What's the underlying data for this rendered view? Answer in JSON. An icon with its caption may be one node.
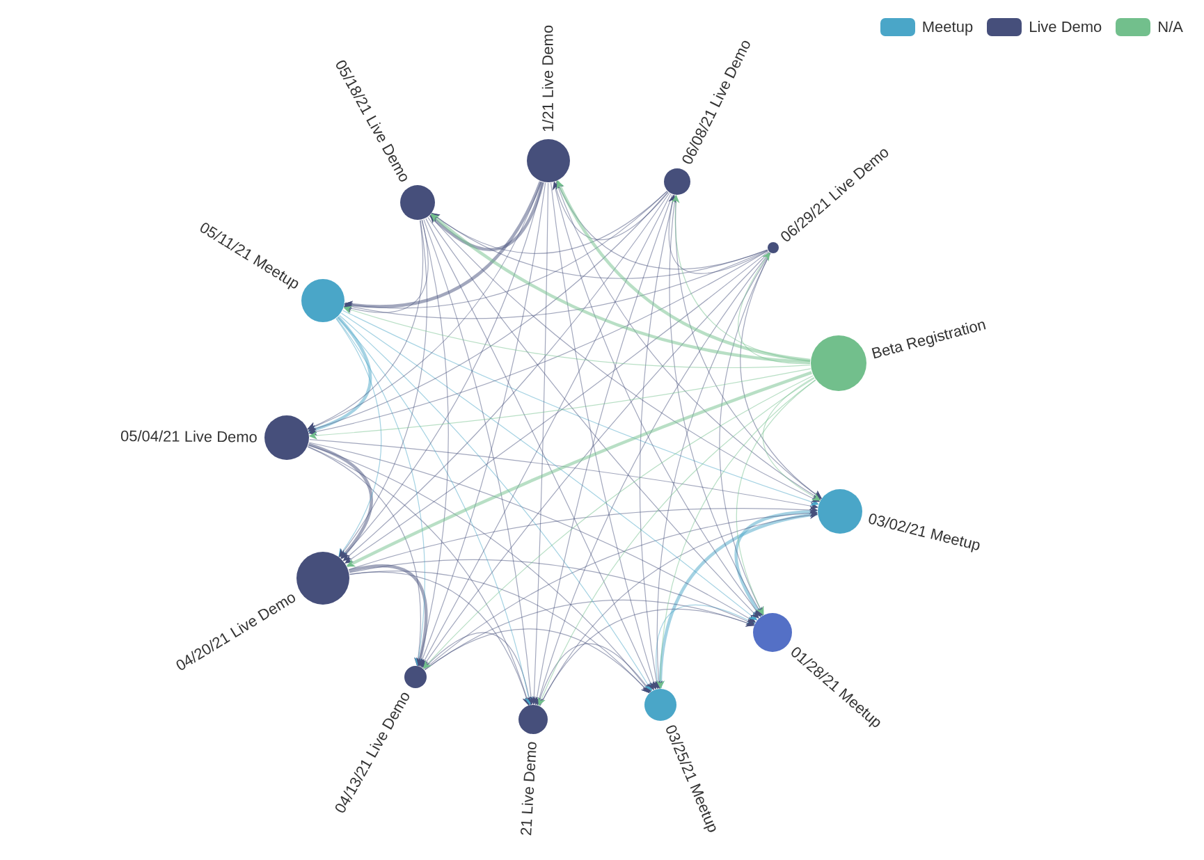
{
  "diagram": {
    "nodes": [
      {
        "text": [
          "1/21 Live Demo"
        ]
      },
      {
        "text": [
          "06/08/21 Live Demo"
        ]
      },
      {
        "text": [
          "06/29/21 Live Demo"
        ]
      },
      {
        "text": [
          "Beta Registration"
        ]
      },
      {
        "text": [
          "03/02/21 Meetup"
        ]
      },
      {
        "text": [
          "01/28/21 Meetup"
        ]
      },
      {
        "text": [
          "03/25/21 Meetup"
        ]
      },
      {
        "text": [
          "21 Live Demo"
        ]
      },
      {
        "text": [
          "04/13/21 Live Demo"
        ]
      },
      {
        "text": [
          "04/20/21 Live Demo"
        ]
      },
      {
        "text": [
          "05/04/21 Live Demo"
        ]
      },
      {
        "text": [
          "05/11/21 Meetup"
        ]
      },
      {
        "text": [
          "05/18/21 Live Demo"
        ]
      }
    ],
    "edges": [
      {
        "from": 4,
        "to": 5,
        "arrow": "to",
        "style": "thick",
        "color": "#4aa6c8"
      },
      {
        "from": 6,
        "to": 5,
        "arrow": "to",
        "color": "#4aa6c8"
      },
      {
        "from": 4,
        "to": 6,
        "arrow": "to",
        "style": "thick",
        "color": "#4aa6c8"
      },
      {
        "from": 7,
        "to": 5,
        "arrow": "to"
      },
      {
        "from": 7,
        "to": 4,
        "arrow": "to"
      },
      {
        "from": 7,
        "to": 6,
        "arrow": "to"
      },
      {
        "from": 8,
        "to": 5,
        "arrow": "to"
      },
      {
        "from": 8,
        "to": 4,
        "arrow": "to"
      },
      {
        "from": 8,
        "to": 6,
        "arrow": "to"
      },
      {
        "from": 8,
        "to": 7,
        "arrow": "to"
      },
      {
        "from": 9,
        "to": 5,
        "arrow": "to"
      },
      {
        "from": 9,
        "to": 4,
        "arrow": "to"
      },
      {
        "from": 9,
        "to": 6,
        "arrow": "to"
      },
      {
        "from": 9,
        "to": 7,
        "arrow": "to"
      },
      {
        "from": 9,
        "to": 8,
        "arrow": "to",
        "style": "thick"
      },
      {
        "from": 10,
        "to": 5,
        "arrow": "to"
      },
      {
        "from": 10,
        "to": 4,
        "arrow": "to"
      },
      {
        "from": 10,
        "to": 6,
        "arrow": "to"
      },
      {
        "from": 10,
        "to": 7,
        "arrow": "to"
      },
      {
        "from": 10,
        "to": 8,
        "arrow": "to"
      },
      {
        "from": 10,
        "to": 9,
        "arrow": "to",
        "style": "thick"
      },
      {
        "from": 11,
        "to": 5,
        "arrow": "to",
        "color": "#4aa6c8"
      },
      {
        "from": 11,
        "to": 4,
        "arrow": "to",
        "color": "#4aa6c8"
      },
      {
        "from": 11,
        "to": 6,
        "arrow": "to",
        "color": "#4aa6c8"
      },
      {
        "from": 11,
        "to": 7,
        "arrow": "to",
        "color": "#4aa6c8"
      },
      {
        "from": 11,
        "to": 8,
        "arrow": "to",
        "color": "#4aa6c8"
      },
      {
        "from": 11,
        "to": 9,
        "arrow": "to",
        "color": "#4aa6c8"
      },
      {
        "from": 11,
        "to": 10,
        "arrow": "to",
        "style": "thick",
        "color": "#4aa6c8"
      },
      {
        "from": 12,
        "to": 5,
        "arrow": "to"
      },
      {
        "from": 12,
        "to": 4,
        "arrow": "to"
      },
      {
        "from": 12,
        "to": 6,
        "arrow": "to"
      },
      {
        "from": 12,
        "to": 7,
        "arrow": "to"
      },
      {
        "from": 12,
        "to": 8,
        "arrow": "to"
      },
      {
        "from": 12,
        "to": 9,
        "arrow": "to"
      },
      {
        "from": 12,
        "to": 10,
        "arrow": "to"
      },
      {
        "from": 12,
        "to": 11,
        "arrow": "to"
      },
      {
        "from": 0,
        "to": 5,
        "arrow": "to"
      },
      {
        "from": 0,
        "to": 4,
        "arrow": "to"
      },
      {
        "from": 0,
        "to": 6,
        "arrow": "to"
      },
      {
        "from": 0,
        "to": 7,
        "arrow": "to"
      },
      {
        "from": 0,
        "to": 8,
        "arrow": "to"
      },
      {
        "from": 0,
        "to": 9,
        "arrow": "to"
      },
      {
        "from": 0,
        "to": 10,
        "arrow": "to"
      },
      {
        "from": 0,
        "to": 11,
        "arrow": "to",
        "style": "thick"
      },
      {
        "from": 0,
        "to": 12,
        "arrow": "to",
        "style": "thick"
      },
      {
        "from": 1,
        "to": 5,
        "arrow": "to"
      },
      {
        "from": 1,
        "to": 4,
        "arrow": "to"
      },
      {
        "from": 1,
        "to": 6,
        "arrow": "to"
      },
      {
        "from": 1,
        "to": 7,
        "arrow": "to"
      },
      {
        "from": 1,
        "to": 8,
        "arrow": "to"
      },
      {
        "from": 1,
        "to": 9,
        "arrow": "to"
      },
      {
        "from": 1,
        "to": 10,
        "arrow": "to"
      },
      {
        "from": 1,
        "to": 11,
        "arrow": "to"
      },
      {
        "from": 1,
        "to": 12,
        "arrow": "to"
      },
      {
        "from": 1,
        "to": 0,
        "arrow": "to"
      },
      {
        "from": 2,
        "to": 5,
        "arrow": "to"
      },
      {
        "from": 2,
        "to": 4,
        "arrow": "to"
      },
      {
        "from": 2,
        "to": 6,
        "arrow": "to"
      },
      {
        "from": 2,
        "to": 7,
        "arrow": "to"
      },
      {
        "from": 2,
        "to": 8,
        "arrow": "to"
      },
      {
        "from": 2,
        "to": 9,
        "arrow": "to"
      },
      {
        "from": 2,
        "to": 10,
        "arrow": "to"
      },
      {
        "from": 2,
        "to": 11,
        "arrow": "to"
      },
      {
        "from": 2,
        "to": 12,
        "arrow": "to"
      },
      {
        "from": 2,
        "to": 0,
        "arrow": "to"
      },
      {
        "from": 2,
        "to": 1,
        "arrow": "to"
      },
      {
        "from": 3,
        "to": 5,
        "arrow": "to",
        "color": "#72bf8c"
      },
      {
        "from": 3,
        "to": 4,
        "arrow": "to",
        "color": "#72bf8c"
      },
      {
        "from": 3,
        "to": 6,
        "arrow": "to",
        "color": "#72bf8c"
      },
      {
        "from": 3,
        "to": 7,
        "arrow": "to",
        "color": "#72bf8c"
      },
      {
        "from": 3,
        "to": 8,
        "arrow": "to",
        "color": "#72bf8c"
      },
      {
        "from": 3,
        "to": 9,
        "arrow": "to",
        "style": "thick",
        "color": "#72bf8c"
      },
      {
        "from": 3,
        "to": 10,
        "arrow": "to",
        "color": "#72bf8c"
      },
      {
        "from": 3,
        "to": 11,
        "arrow": "to",
        "color": "#72bf8c"
      },
      {
        "from": 3,
        "to": 12,
        "arrow": "to",
        "style": "thick",
        "color": "#72bf8c"
      },
      {
        "from": 3,
        "to": 0,
        "arrow": "to",
        "style": "thick",
        "color": "#72bf8c"
      },
      {
        "from": 3,
        "to": 1,
        "arrow": "to",
        "color": "#72bf8c"
      },
      {
        "from": 3,
        "to": 2,
        "arrow": "to",
        "color": "#72bf8c"
      }
    ],
    "legend": [
      {
        "text": "Meetup",
        "color": "#4aa6c8"
      },
      {
        "text": "Live Demo",
        "color": "#464f7b"
      },
      {
        "text": "N/A",
        "color": "#72bf8c"
      }
    ]
  }
}
